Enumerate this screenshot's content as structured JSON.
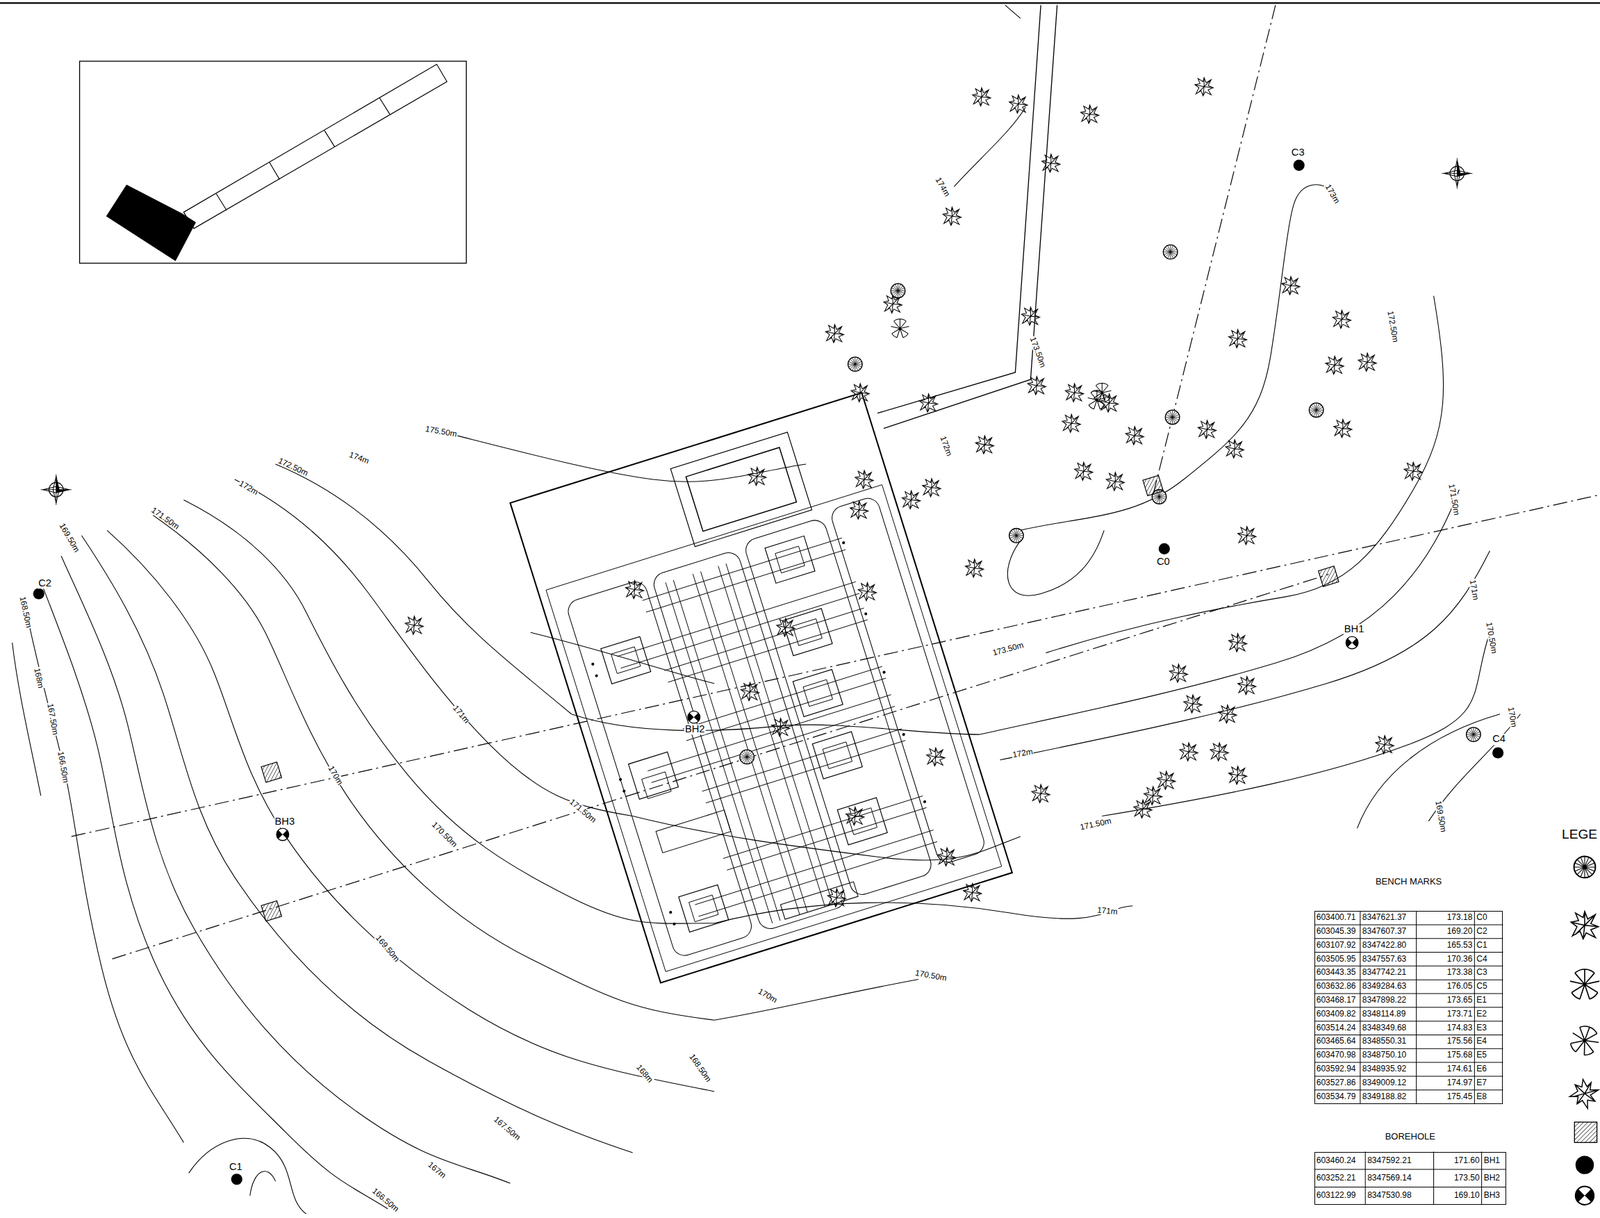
{
  "diagram": {
    "nodes": [
      {
        "text": [
          "BENCH MARKS"
        ]
      },
      {
        "text": [
          "BOREHOLE"
        ]
      }
    ],
    "labels": [
      "C2",
      "C1",
      "C3",
      "C0",
      "C4",
      "BH1",
      "BH2",
      "BH3",
      "175.50m",
      "174m",
      "172.50m",
      "172m",
      "171.50m",
      "169.50m",
      "168.50m",
      "168m",
      "167.50m",
      "166.50m",
      "170m",
      "171m",
      "171.50m",
      "170.50m",
      "169.50m",
      "168.50m",
      "168m",
      "167.50m",
      "167m",
      "166.50m",
      "170.50m",
      "170m",
      "171m",
      "171.50m",
      "172m",
      "173.50m",
      "173m",
      "172.50m",
      "171.50m",
      "171m",
      "170.50m",
      "170m",
      "169.50m",
      "174m",
      "173.50m",
      "172m",
      "LEGE",
      "603400.71",
      "8347621.37",
      "173.18",
      "C0",
      "603045.39",
      "8347607.37",
      "169.20",
      "C2",
      "603107.92",
      "8347422.80",
      "165.53",
      "C1",
      "603505.95",
      "8347557.63",
      "170.36",
      "C4",
      "603443.35",
      "8347742.21",
      "173.38",
      "C3",
      "603632.86",
      "8349284.63",
      "176.05",
      "C5",
      "603468.17",
      "8347898.22",
      "173.65",
      "E1",
      "603409.82",
      "8348114.89",
      "173.71",
      "E2",
      "603514.24",
      "8348349.68",
      "174.83",
      "E3",
      "603465.64",
      "8348550.31",
      "175.56",
      "E4",
      "603470.98",
      "8348750.10",
      "175.68",
      "E5",
      "603592.94",
      "8348935.92",
      "174.61",
      "E6",
      "603527.86",
      "8349009.12",
      "174.97",
      "E7",
      "603534.79",
      "8349188.82",
      "175.45",
      "E8",
      "603460.24",
      "8347592.21",
      "171.60",
      "BH1",
      "603252.21",
      "8347569.14",
      "173.50",
      "BH2",
      "603122.99",
      "8347530.98",
      "169.10",
      "BH3"
    ]
  }
}
